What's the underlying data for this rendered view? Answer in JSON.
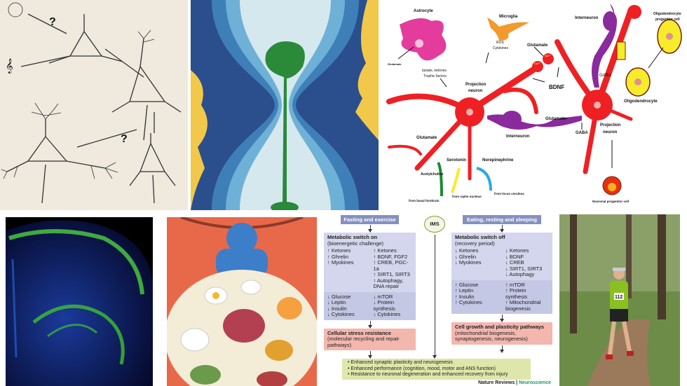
{
  "neuron_diagram": {
    "labels": {
      "astrocyte": "Astrocyte",
      "glutamate_astro": "Glutamate",
      "microglia": "Microglia",
      "ros": "ROS",
      "cytokines": "Cytokines",
      "lactate": "lactate, ketones",
      "trophic": "Trophic factors",
      "glutamate_top": "Glutamate",
      "interneuron_top": "Interneuron",
      "opc_1": "Oligodendrocyte",
      "opc_2": "progenitor cell",
      "bdnf": "BDNF",
      "proj_left_1": "Projection",
      "proj_left_2": "neuron",
      "gaba_top": "GABA",
      "oligodendrocyte": "Oligodendrocyte",
      "glutamate_mid": "Glutamate",
      "interneuron_mid": "Interneuron",
      "gaba_mid": "GABA",
      "proj_right_1": "Projection",
      "proj_right_2": "neuron",
      "glutamate_bl": "Glutamate",
      "serotonin": "Serotonin",
      "norepinephrine": "Norepinephrine",
      "acetylcholine": "Acetylcholine",
      "raphe": "from raphe nucleus",
      "locus": "from locus ceruleus",
      "basal": "from basal forebrain",
      "npc": "Neuronal progenitor cell",
      "ca": "Ca²⁺"
    },
    "colors": {
      "neuron": "#ee2024",
      "interneuron": "#8a2a9c",
      "astrocyte": "#e43c9c",
      "microglia": "#f39a2c",
      "oligodendrocyte": "#f7ec2a"
    }
  },
  "metabolic_diagram": {
    "left_header": "Fasting and exercise",
    "right_header": "Eating, resting and sleeping",
    "center": "IMS",
    "on_title": "Metabolic switch on",
    "on_sub": "(bioenergetic challenge)",
    "on_up_a": "↑ Ketones\n↑ Ghrelin\n↑ Myokines",
    "on_up_b": "↑ Ketones\n↑ BDNF, FGF2\n↑ CREB, PGC-1a\n↑ SIRT1, SIRT3\n↑ Autophagy,\n   DNA repair",
    "on_down_a": "↓ Glucose\n↓ Leptin\n↓ Insulin\n↓ Cytokines",
    "on_down_b": "↓ mTOR\n↓ Protein synthesis\n↓ Cytokines",
    "off_title": "Metabolic switch off",
    "off_sub": "(recovery period)",
    "off_down_a": "↓ Ketones\n↓ Ghrelin\n↓ Myokines",
    "off_down_b": "↓ Ketones\n↓ BDNF\n↓ CREB\n↓ SIRT1, SIRT3\n↓ Autophagy",
    "off_up_a": "↑ Glucose\n↑ Leptin\n↑ Insulin\n↑ Cytokines",
    "off_up_b": "↑ mTOR\n↑ Protein synthesis\n↑ Mitochondrial\n   biogenesis",
    "stress_title": "Cellular stress resistance",
    "stress_sub": "(molecular recycling and repair pathways)",
    "growth_title": "Cell growth and plasticity pathways",
    "growth_sub": "(mitochondrial biogenesis, synaptogenesis, neurogenesis)",
    "outcomes": [
      "• Enhanced synaptic plasticity and neurogenesis",
      "• Enhanced performance (cognition, mood, motor and ANS function)",
      "• Resistance to neuronal degeneration and enhanced recovery from injury"
    ],
    "credit_a": "Nature Reviews",
    "credit_sep": " | ",
    "credit_b": "Neuroscience"
  },
  "sketch": {
    "q1": "?",
    "q2": "?"
  },
  "runner": {
    "bib": "112"
  }
}
